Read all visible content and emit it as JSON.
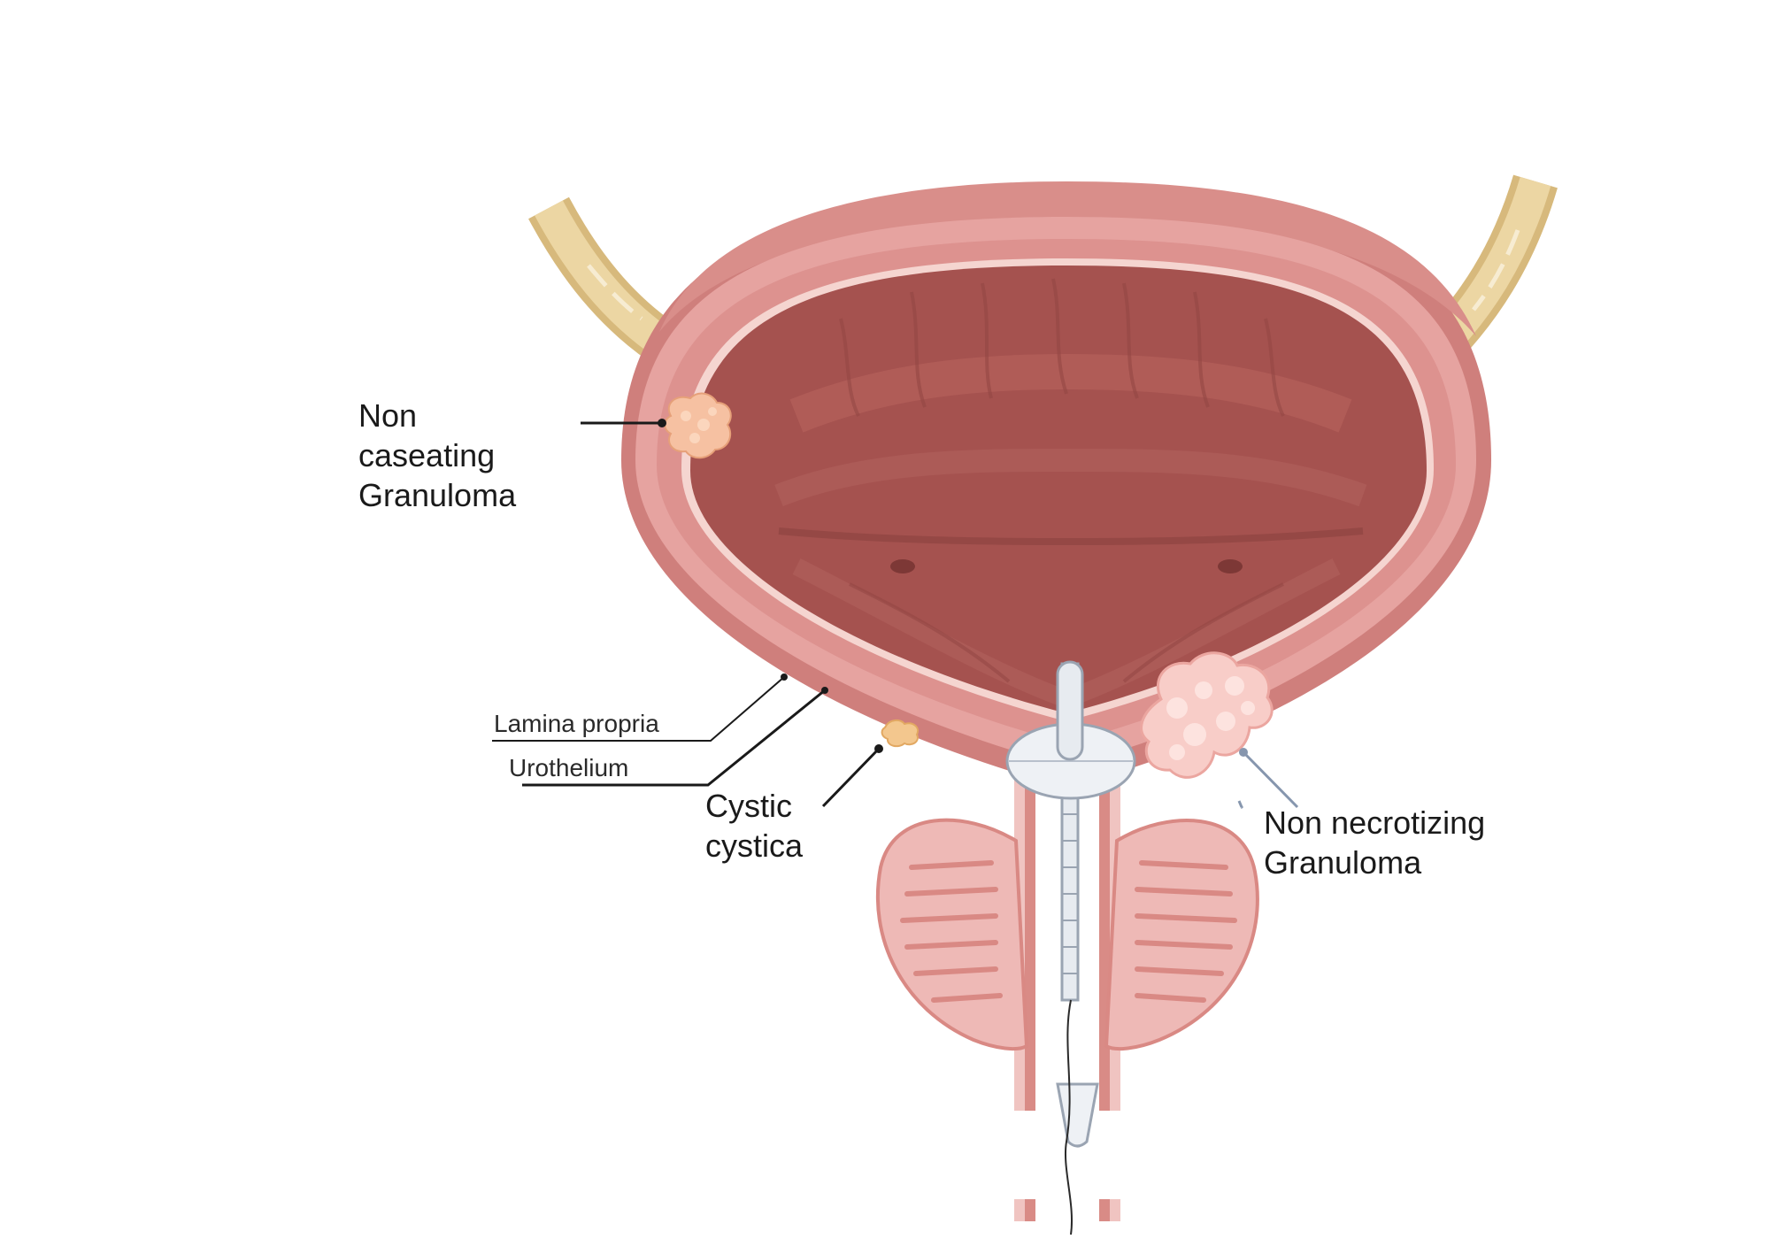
{
  "labels": {
    "non_caseating": [
      "Non",
      "caseating",
      "Granuloma"
    ],
    "lamina_propria": "Lamina propria",
    "urothelium": "Urothelium",
    "cystic_cystica": [
      "Cystic",
      "cystica"
    ],
    "non_necrotizing": [
      "Non necrotizing",
      "Granuloma"
    ]
  },
  "colors": {
    "bladder_outer": "#cf7f7c",
    "bladder_rim": "#d98e8a",
    "muscle_layer": "#e6a3a0",
    "lumen": "#a5524f",
    "lumen_fold": "#b4625e",
    "ureter": "#e8cf96",
    "prostate": "#eeb9b6",
    "prostate_stripe": "#d98984",
    "granuloma_orange": "#f6c1a2",
    "granuloma_pink": "#f8cdc8",
    "cystic_yellow": "#f3c78e",
    "catheter": "#e7ebf0",
    "leader_dark": "#1a1a1a",
    "leader_blue": "#8696ae"
  }
}
